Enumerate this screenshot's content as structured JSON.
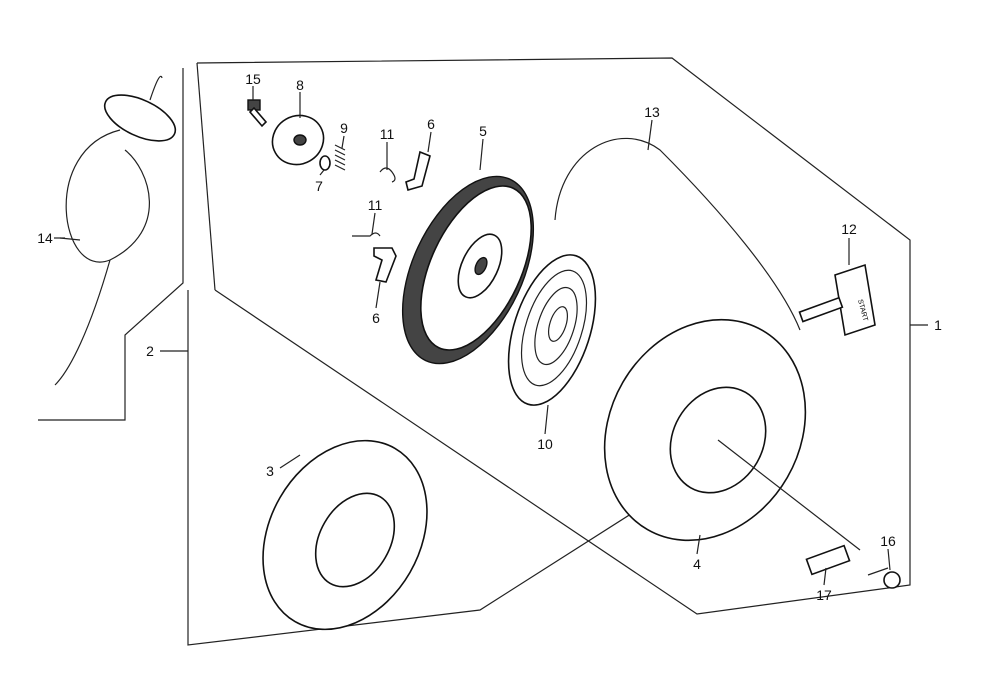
{
  "title": "Recoil starter exploded parts diagram",
  "callouts": [
    {
      "id": "15",
      "part": "bolt"
    },
    {
      "id": "8",
      "part": "ratchet-guide"
    },
    {
      "id": "9",
      "part": "spring"
    },
    {
      "id": "11",
      "part": "clip-upper"
    },
    {
      "id": "6",
      "part": "ratchet-upper"
    },
    {
      "id": "5",
      "part": "reel"
    },
    {
      "id": "13",
      "part": "starter-rope"
    },
    {
      "id": "12",
      "part": "starter-grip"
    },
    {
      "id": "1",
      "part": "recoil-starter-assembly"
    },
    {
      "id": "7",
      "part": "washer"
    },
    {
      "id": "11",
      "part": "clip-lower"
    },
    {
      "id": "6",
      "part": "ratchet-lower"
    },
    {
      "id": "14",
      "part": "rope-grip-kit"
    },
    {
      "id": "2",
      "part": "case-subassembly"
    },
    {
      "id": "10",
      "part": "recoil-spring"
    },
    {
      "id": "3",
      "part": "starter-case-inner"
    },
    {
      "id": "4",
      "part": "starter-case"
    },
    {
      "id": "16",
      "part": "flange-bolt"
    },
    {
      "id": "17",
      "part": "collar"
    }
  ],
  "grip_text": "START"
}
